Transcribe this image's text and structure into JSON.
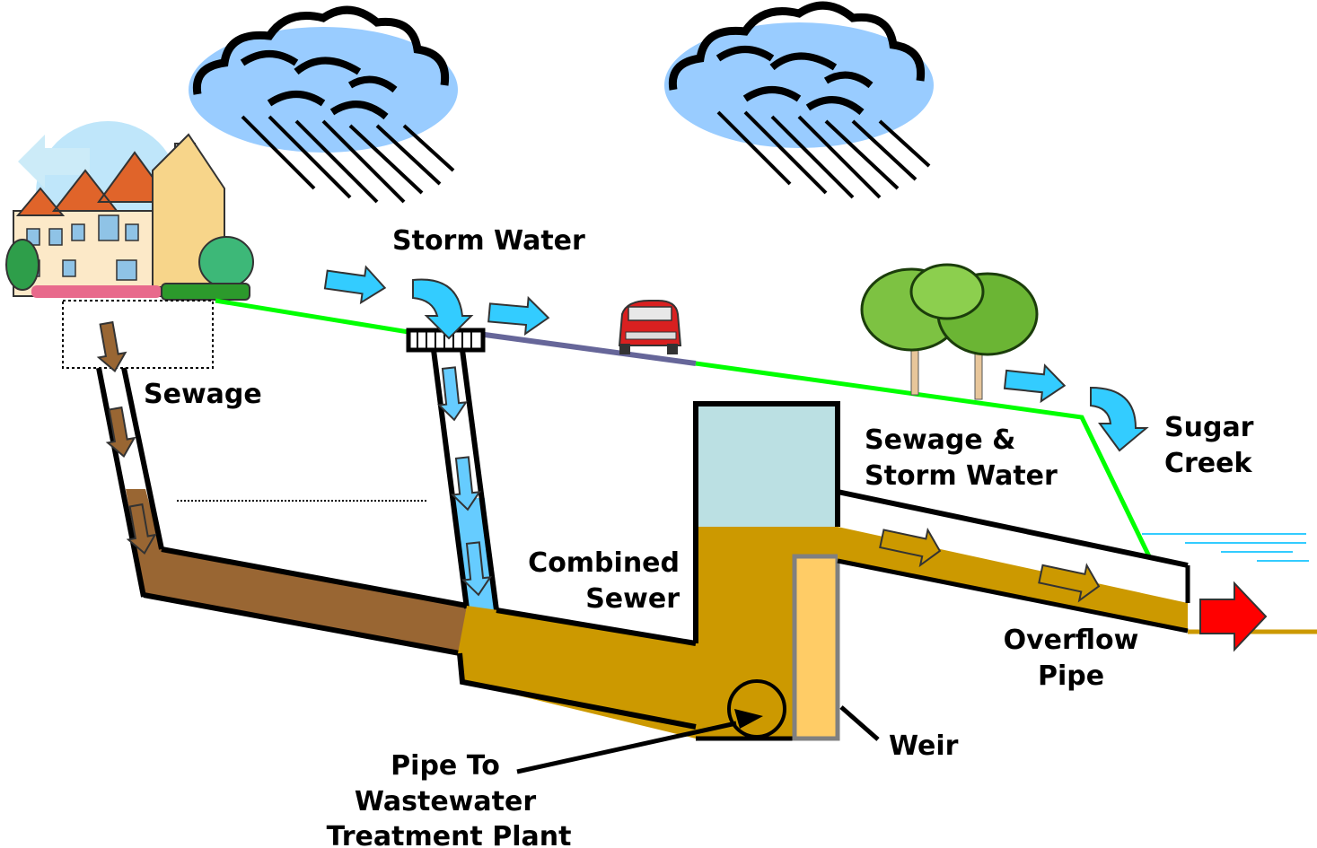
{
  "labels": {
    "storm_water": "Storm Water",
    "sewage": "Sewage",
    "sewage_storm_1": "Sewage &",
    "sewage_storm_2": "Storm Water",
    "sugar_creek_1": "Sugar",
    "sugar_creek_2": "Creek",
    "combined_sewer_1": "Combined",
    "combined_sewer_2": "Sewer",
    "overflow_pipe_1": "Overflow",
    "overflow_pipe_2": "Pipe",
    "weir": "Weir",
    "treatment_1": "Pipe To",
    "treatment_2": "Wastewater",
    "treatment_3": "Treatment Plant"
  },
  "colors": {
    "sewage": "#996633",
    "combined": "#CC9900",
    "weir": "#FFCC66",
    "chamber_air": "#BBE0E3",
    "storm_water": "#66CCFF",
    "flow_arrow": "#33CCFF",
    "ground": "#00FF00",
    "road": "#666699",
    "overflow_arrow": "#FF0000",
    "cloud": "#99CCFF"
  }
}
